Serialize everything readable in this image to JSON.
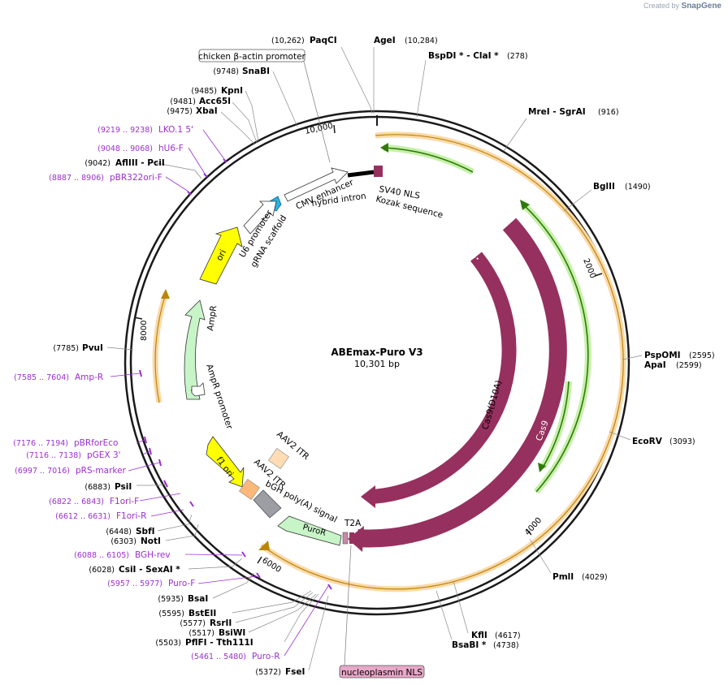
{
  "credit": {
    "prefix": "Created by",
    "brand": "SnapGene"
  },
  "plasmid": {
    "name": "ABEmax-Puro V3",
    "size": "10,301 bp",
    "length": 10301
  },
  "ticks": [
    "10,000",
    "2000",
    "4000",
    "6000",
    "8000"
  ],
  "colors": {
    "cds": "#96305f",
    "primer": "#9b2fd1",
    "promoter": "#ffffff",
    "amp": "#c8f5c8",
    "ori": "#ffff00",
    "orf": "#f7c27a",
    "orf_dark": "#ff8b00",
    "green_primer": "#3a8a10",
    "itr_peach": "#ffdcb3",
    "itr_dark": "#ffb87a",
    "polyA": "#9c9ea4",
    "nls": "#96305f",
    "puro": "#c8f5c8",
    "nucleoplasmin": "#e8a8c8"
  },
  "sites": [
    {
      "name": "PaqCI",
      "coord": "(10,262)",
      "side": "left"
    },
    {
      "name": "AgeI",
      "coord": "(10,284)",
      "side": "right"
    },
    {
      "name": "BspDI * - ClaI *",
      "coord": "(278)",
      "side": "right"
    },
    {
      "name": "MreI - SgrAI",
      "coord": "(916)",
      "side": "right"
    },
    {
      "name": "BglII",
      "coord": "(1490)",
      "side": "right"
    },
    {
      "name": "PspOMI",
      "coord": "(2595)",
      "side": "right"
    },
    {
      "name": "ApaI",
      "coord": "(2599)",
      "side": "right"
    },
    {
      "name": "EcoRV",
      "coord": "(3093)",
      "side": "right"
    },
    {
      "name": "PmlI",
      "coord": "(4029)",
      "side": "right"
    },
    {
      "name": "KflI",
      "coord": "(4617)",
      "side": "right"
    },
    {
      "name": "BsaBI *",
      "coord": "(4738)",
      "side": "right"
    },
    {
      "name": "SnaBI",
      "coord": "(9748)",
      "side": "left"
    },
    {
      "name": "KpnI",
      "coord": "(9485)",
      "side": "left"
    },
    {
      "name": "Acc65I",
      "coord": "(9481)",
      "side": "left"
    },
    {
      "name": "XbaI",
      "coord": "(9475)",
      "side": "left"
    },
    {
      "name": "AflIII - PciI",
      "coord": "(9042)",
      "side": "left"
    },
    {
      "name": "PvuI",
      "coord": "(7785)",
      "side": "left"
    },
    {
      "name": "PsiI",
      "coord": "(6883)",
      "side": "left"
    },
    {
      "name": "SbfI",
      "coord": "(6448)",
      "side": "left"
    },
    {
      "name": "NotI",
      "coord": "(6303)",
      "side": "left"
    },
    {
      "name": "CsiI - SexAI *",
      "coord": "(6028)",
      "side": "left"
    },
    {
      "name": "BsaI",
      "coord": "(5935)",
      "side": "left"
    },
    {
      "name": "BstEII",
      "coord": "(5595)",
      "side": "left"
    },
    {
      "name": "RsrII",
      "coord": "(5577)",
      "side": "left"
    },
    {
      "name": "BsiWI",
      "coord": "(5517)",
      "side": "left"
    },
    {
      "name": "PflFI - Tth111I",
      "coord": "(5503)",
      "side": "left"
    },
    {
      "name": "FseI",
      "coord": "(5372)",
      "side": "left"
    }
  ],
  "primers": [
    {
      "name": "LKO.1 5'",
      "coord": "(9219 .. 9238)"
    },
    {
      "name": "hU6-F",
      "coord": "(9048 .. 9068)"
    },
    {
      "name": "pBR322ori-F",
      "coord": "(8887 .. 8906)"
    },
    {
      "name": "Amp-R",
      "coord": "(7585 .. 7604)"
    },
    {
      "name": "pBRforEco",
      "coord": "(7176 .. 7194)"
    },
    {
      "name": "pGEX 3'",
      "coord": "(7116 .. 7138)"
    },
    {
      "name": "pRS-marker",
      "coord": "(6997 .. 7016)"
    },
    {
      "name": "F1ori-F",
      "coord": "(6822 .. 6843)"
    },
    {
      "name": "F1ori-R",
      "coord": "(6612 .. 6631)"
    },
    {
      "name": "BGH-rev",
      "coord": "(6088 .. 6105)"
    },
    {
      "name": "Puro-F",
      "coord": "(5957 .. 5977)"
    },
    {
      "name": "Puro-R",
      "coord": "(5461 .. 5480)"
    }
  ],
  "features": {
    "chicken_actin": "chicken β-actin promoter",
    "cmv": "CMV enhancer",
    "hybrid_intron": "hybrid intron",
    "sv40": "SV40 NLS",
    "kozak": "Kozak sequence",
    "u6": "U6 promoter",
    "grna": "gRNA scaffold",
    "ori": "ori",
    "ampr": "AmpR",
    "ampr_promoter": "AmpR promoter",
    "f1ori": "f1 ori",
    "aav_itr_1": "AAV2 ITR",
    "aav_itr_2": "AAV2 ITR",
    "bgh": "bGH poly(A) signal",
    "puror": "PuroR",
    "t2a": "T2A",
    "cas9_d10a": "Cas9(D10A)",
    "cas9": "Cas9",
    "nucleoplasmin": "nucleoplasmin NLS"
  }
}
